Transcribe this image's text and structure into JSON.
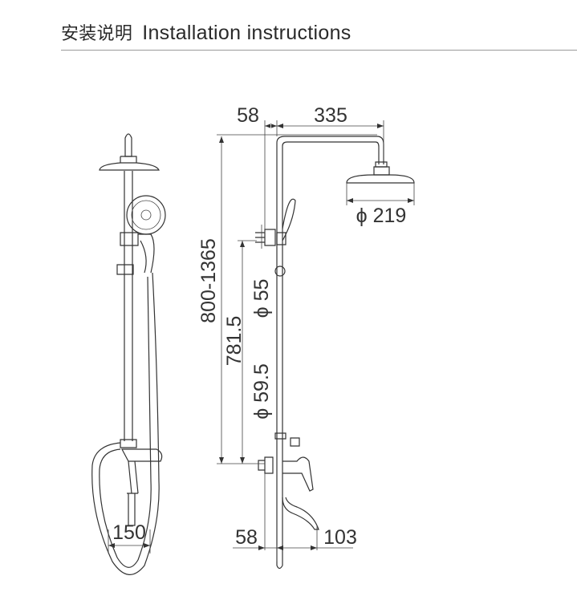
{
  "header": {
    "title_cn": "安装说明",
    "title_en": "Installation instructions"
  },
  "dimensions": {
    "top_offset": "58",
    "arm_length": "335",
    "head_diameter": "ϕ 219",
    "height_range": "800-1365",
    "outlet_height": "781.5",
    "holder_diameter": "ϕ 55",
    "mixer_diameter": "ϕ 59.5",
    "hose_width": "150",
    "bottom_offset": "58",
    "spout_length": "103"
  }
}
